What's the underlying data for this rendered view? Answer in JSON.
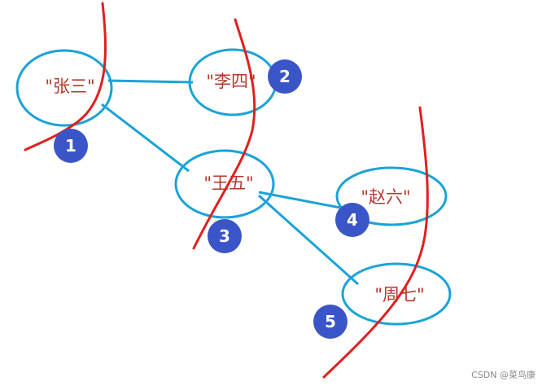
{
  "nodes": [
    {
      "id": "zhangsan",
      "label": "\"张三\""
    },
    {
      "id": "lisi",
      "label": "\"李四\""
    },
    {
      "id": "wangwu",
      "label": "\"王五\""
    },
    {
      "id": "zhaoliu",
      "label": "\"赵六\""
    },
    {
      "id": "zhouqi",
      "label": "\"周七\""
    }
  ],
  "edges": [
    {
      "from": "zhangsan",
      "to": "lisi"
    },
    {
      "from": "zhangsan",
      "to": "wangwu"
    },
    {
      "from": "wangwu",
      "to": "zhaoliu"
    },
    {
      "from": "wangwu",
      "to": "zhouqi"
    }
  ],
  "badges": [
    "1",
    "2",
    "3",
    "4",
    "5"
  ],
  "watermark": "CSDN @菜鸟康",
  "colors": {
    "ellipse": "#1aa3d8",
    "edge": "#1aa3d8",
    "cut_line": "#e02020",
    "badge": "#3a55c8",
    "label": "#b23a2e"
  }
}
